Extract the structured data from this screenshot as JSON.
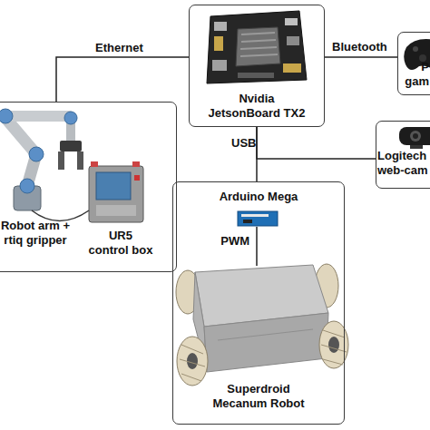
{
  "diagram": {
    "nodes": [
      {
        "text": [
          "Nvidia JetsonBoard TX2"
        ]
      },
      {
        "text": [
          "P gam"
        ]
      },
      {
        "text": [
          "Robot arm + rtiq gripper",
          "UR5 control box"
        ]
      },
      {
        "text": [
          "Logitech web-cam"
        ]
      },
      {
        "text": [
          "Arduino Mega",
          "PWM",
          "Superdroid Mecanum Robot"
        ]
      }
    ],
    "edges": [
      {
        "from": 2,
        "to": 0,
        "arrow": "none",
        "label": "Ethernet"
      },
      {
        "from": 0,
        "to": 1,
        "arrow": "none",
        "label": "Bluetooth"
      },
      {
        "from": 0,
        "to": 4,
        "arrow": "none",
        "label": "USB"
      },
      {
        "from": 0,
        "to": 3,
        "arrow": "none"
      }
    ]
  }
}
